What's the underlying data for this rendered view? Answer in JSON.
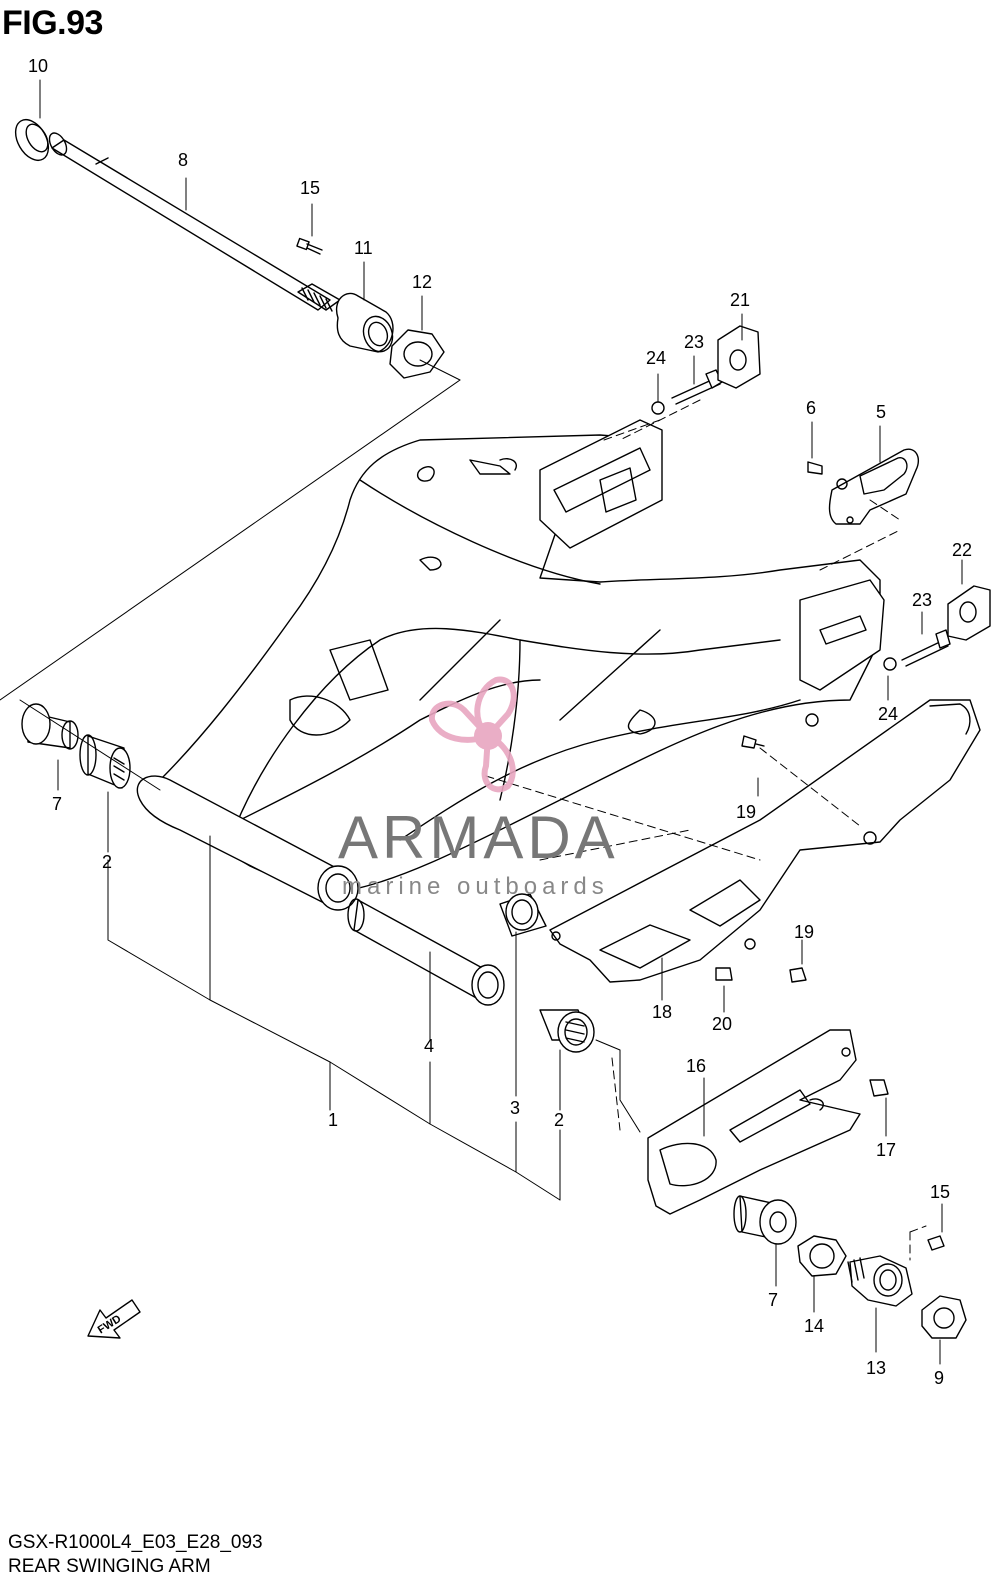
{
  "figure": {
    "title": "FIG.93",
    "code": "GSX-R1000L4_E03_E28_093",
    "name": "REAR SWINGING ARM"
  },
  "watermark": {
    "brand": "ARMADA",
    "tagline": "marine outboards",
    "logo_color": "#e8a6c0",
    "text_color": "#777777"
  },
  "fwd_marker": {
    "text": "FWD"
  },
  "callouts": [
    {
      "id": "c10",
      "label": "10"
    },
    {
      "id": "c8",
      "label": "8"
    },
    {
      "id": "c15a",
      "label": "15"
    },
    {
      "id": "c11",
      "label": "11"
    },
    {
      "id": "c12",
      "label": "12"
    },
    {
      "id": "c21",
      "label": "21"
    },
    {
      "id": "c24a",
      "label": "24"
    },
    {
      "id": "c23a",
      "label": "23"
    },
    {
      "id": "c6",
      "label": "6"
    },
    {
      "id": "c5",
      "label": "5"
    },
    {
      "id": "c22",
      "label": "22"
    },
    {
      "id": "c23b",
      "label": "23"
    },
    {
      "id": "c24b",
      "label": "24"
    },
    {
      "id": "c7a",
      "label": "7"
    },
    {
      "id": "c2a",
      "label": "2"
    },
    {
      "id": "c19a",
      "label": "19"
    },
    {
      "id": "c19b",
      "label": "19"
    },
    {
      "id": "c18",
      "label": "18"
    },
    {
      "id": "c20",
      "label": "20"
    },
    {
      "id": "c4",
      "label": "4"
    },
    {
      "id": "c1",
      "label": "1"
    },
    {
      "id": "c3",
      "label": "3"
    },
    {
      "id": "c2b",
      "label": "2"
    },
    {
      "id": "c16",
      "label": "16"
    },
    {
      "id": "c17",
      "label": "17"
    },
    {
      "id": "c15b",
      "label": "15"
    },
    {
      "id": "c7b",
      "label": "7"
    },
    {
      "id": "c14",
      "label": "14"
    },
    {
      "id": "c13",
      "label": "13"
    },
    {
      "id": "c9",
      "label": "9"
    }
  ]
}
